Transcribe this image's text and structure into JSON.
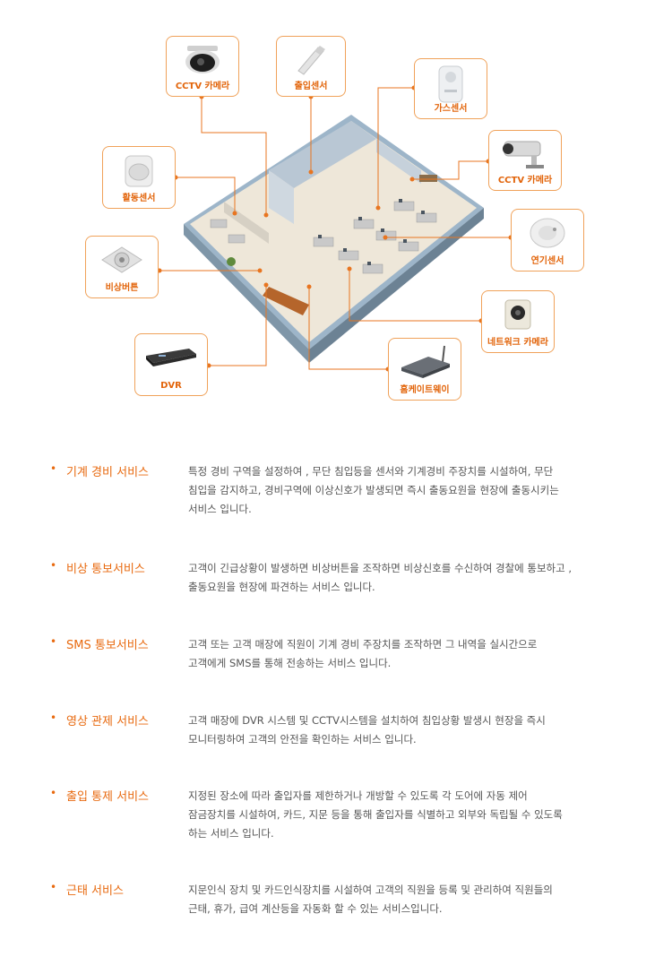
{
  "devices": {
    "cctv_dome": "CCTV 카메라",
    "door_sensor": "출입센서",
    "gas_sensor": "가스센서",
    "cctv_bullet": "CCTV 카메라",
    "motion_sensor": "활동센서",
    "smoke_sensor": "연기센서",
    "panic_button": "비상버튼",
    "network_camera": "네트워크 카메라",
    "dvr": "DVR",
    "home_gateway": "홈케이트웨이"
  },
  "services": [
    {
      "title": "기계 경비 서비스",
      "desc_lines": [
        "특정 경비 구역을 설정하여 , 무단 침입등을 센서와 기계경비 주장치를 시설하여, 무단",
        "침입을 감지하고, 경비구역에 이상신호가 발생되면 즉시 출동요원을 현장에 출동시키는",
        "서비스 입니다."
      ]
    },
    {
      "title": "비상 통보서비스",
      "desc_lines": [
        "고객이 긴급상황이 발생하면 비상버튼을 조작하면 비상신호를 수신하여 경찰에 통보하고 ,",
        "출동요원을 현장에 파견하는 서비스 입니다."
      ]
    },
    {
      "title": "SMS 통보서비스",
      "desc_lines": [
        "고객 또는 고객 매장에 직원이 기계 경비 주장치를 조작하면 그 내역을 실시간으로",
        "고객에게 SMS를 통해 전송하는 서비스 입니다."
      ]
    },
    {
      "title": "영상 관제 서비스",
      "desc_lines": [
        "고객 매장에 DVR 시스템 및 CCTV시스템을 설치하여 침입상황 발생시 현장을 즉시",
        "모니터링하여 고객의 안전을 확인하는 서비스 입니다."
      ]
    },
    {
      "title": "출입 통제 서비스",
      "desc_lines": [
        "지정된 장소에 따라  출입자를 제한하거나 개방할 수 있도록 각 도어에 자동 제어",
        "잠금장치를 시설하여, 카드, 지문 등을 통해 출입자를 식별하고 외부와 독립될 수 있도록",
        "하는 서비스 입니다."
      ]
    },
    {
      "title": "근태 서비스",
      "desc_lines": [
        "지문인식 장치 및 카드인식장치를 시설하여 고객의 직원을 등록 및 관리하여 직원들의",
        "근태, 휴가, 급여 계산등을 자동화 할 수 있는 서비스입니다."
      ]
    }
  ],
  "colors": {
    "accent": "#e86a10",
    "border": "#f0a25a",
    "text": "#555555"
  }
}
